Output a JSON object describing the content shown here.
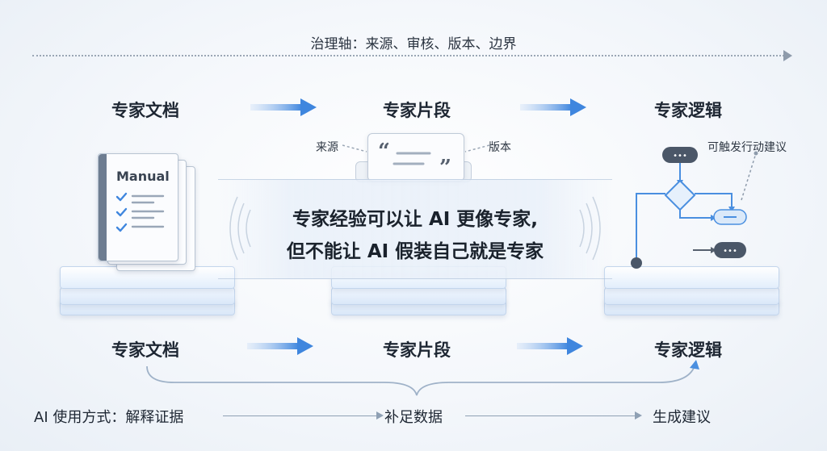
{
  "governance": {
    "title": "治理轴：来源、审核、版本、边界"
  },
  "stages_top": [
    {
      "label": "专家文档"
    },
    {
      "label": "专家片段"
    },
    {
      "label": "专家逻辑"
    }
  ],
  "doc_icon": {
    "title": "Manual"
  },
  "fragment": {
    "left_tag": "来源",
    "right_tag": "版本"
  },
  "logic": {
    "note": "可触发行动建议",
    "node_text": "•••"
  },
  "banner": {
    "line1": "专家经验可以让 AI 更像专家,",
    "line2": "但不能让 AI 假装自己就是专家"
  },
  "stages_bottom": [
    {
      "label": "专家文档"
    },
    {
      "label": "专家片段"
    },
    {
      "label": "专家逻辑"
    }
  ],
  "ai_usage": {
    "prefix": "AI 使用方式：",
    "steps": [
      "解释证据",
      "补足数据",
      "生成建议"
    ]
  },
  "colors": {
    "arrow": "#4a90e2",
    "platform": "#dbe8f8",
    "node": "#4b5768",
    "accent_node": "#dbe9f9"
  }
}
